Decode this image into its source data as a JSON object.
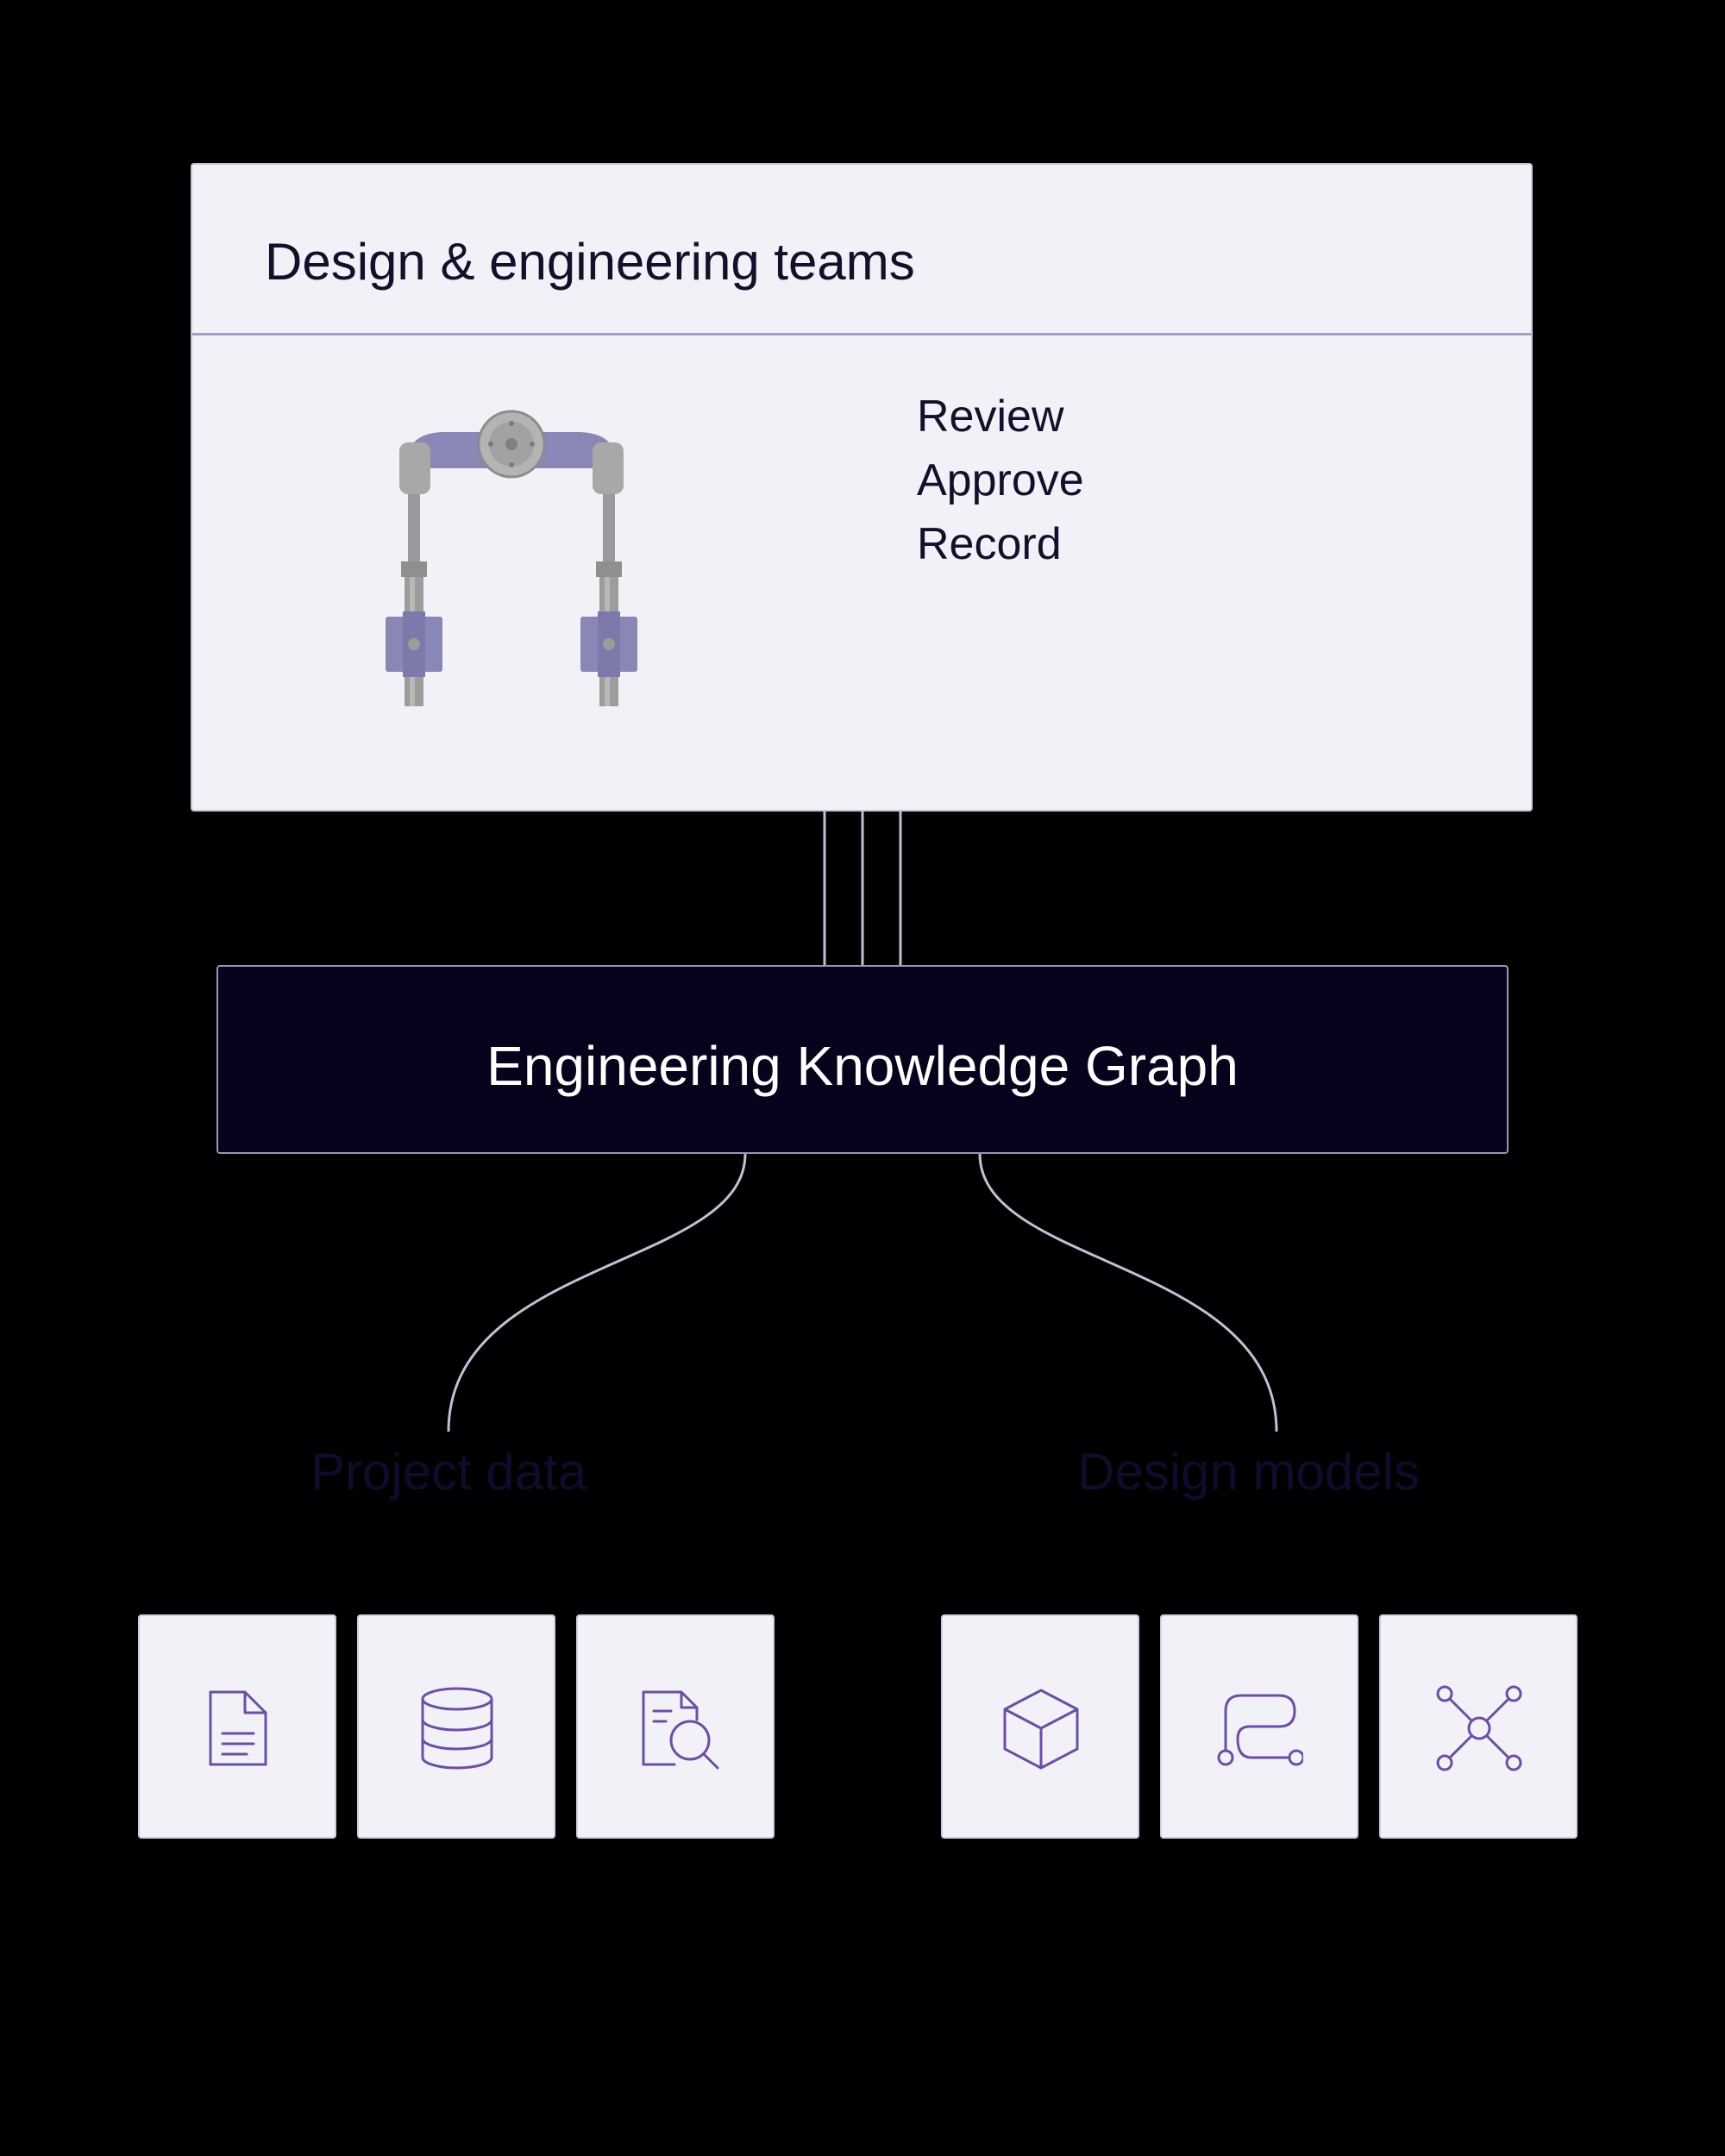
{
  "teams": {
    "title": "Design & engineering teams",
    "actions": [
      "Review",
      "Approve",
      "Record"
    ],
    "illustration": "robotic-gripper-arm"
  },
  "knowledge_graph": {
    "title": "Engineering Knowledge Graph"
  },
  "groups": [
    {
      "label": "Project data",
      "tiles": [
        {
          "icon": "document-icon"
        },
        {
          "icon": "database-icon"
        },
        {
          "icon": "document-search-icon"
        }
      ]
    },
    {
      "label": "Design models",
      "tiles": [
        {
          "icon": "cube-icon"
        },
        {
          "icon": "workflow-path-icon"
        },
        {
          "icon": "network-graph-icon"
        }
      ]
    }
  ],
  "colors": {
    "background": "#000000",
    "panel": "#f3f1f8",
    "panel_divider": "#a99cc0",
    "navy": "#05041c",
    "icon_stroke": "#6b4fa3",
    "connector": "#c3bfd6"
  }
}
